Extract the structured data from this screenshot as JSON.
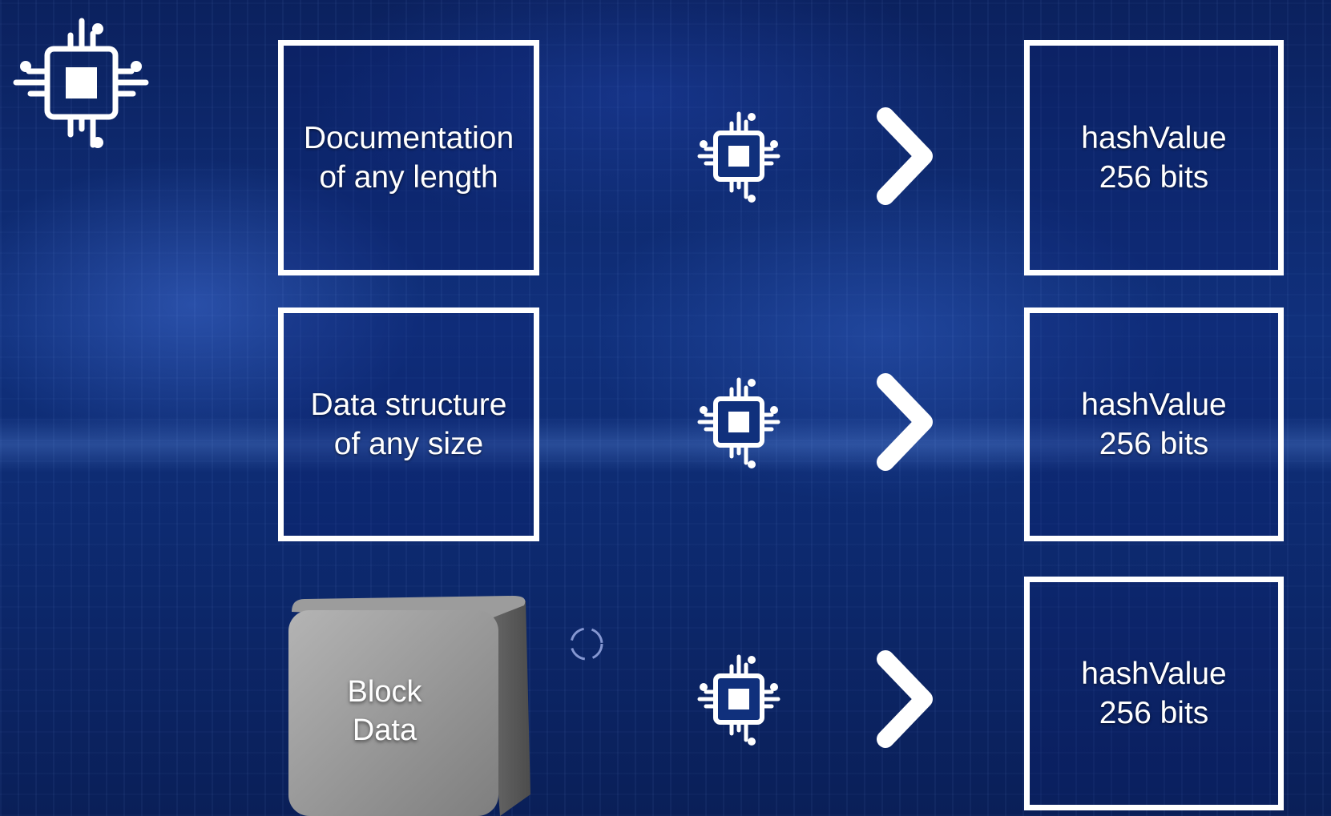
{
  "inputs": [
    {
      "line1": "Documentation",
      "line2": "of any length"
    },
    {
      "line1": "Data structure",
      "line2": "of any size"
    },
    {
      "line1": "Block",
      "line2": "Data"
    }
  ],
  "outputs": [
    {
      "line1": "hashValue",
      "line2": "256 bits"
    },
    {
      "line1": "hashValue",
      "line2": "256 bits"
    },
    {
      "line1": "hashValue",
      "line2": "256 bits"
    }
  ],
  "icons": {
    "corner": "cpu-chip-icon",
    "process": "cpu-chip-icon",
    "arrow": "right-arrow-icon",
    "loading": "loading-spinner-icon"
  },
  "colors": {
    "background": "#0b1f63",
    "frame": "#ffffff",
    "text": "#ffffff",
    "cube": "#8f8f8f"
  }
}
